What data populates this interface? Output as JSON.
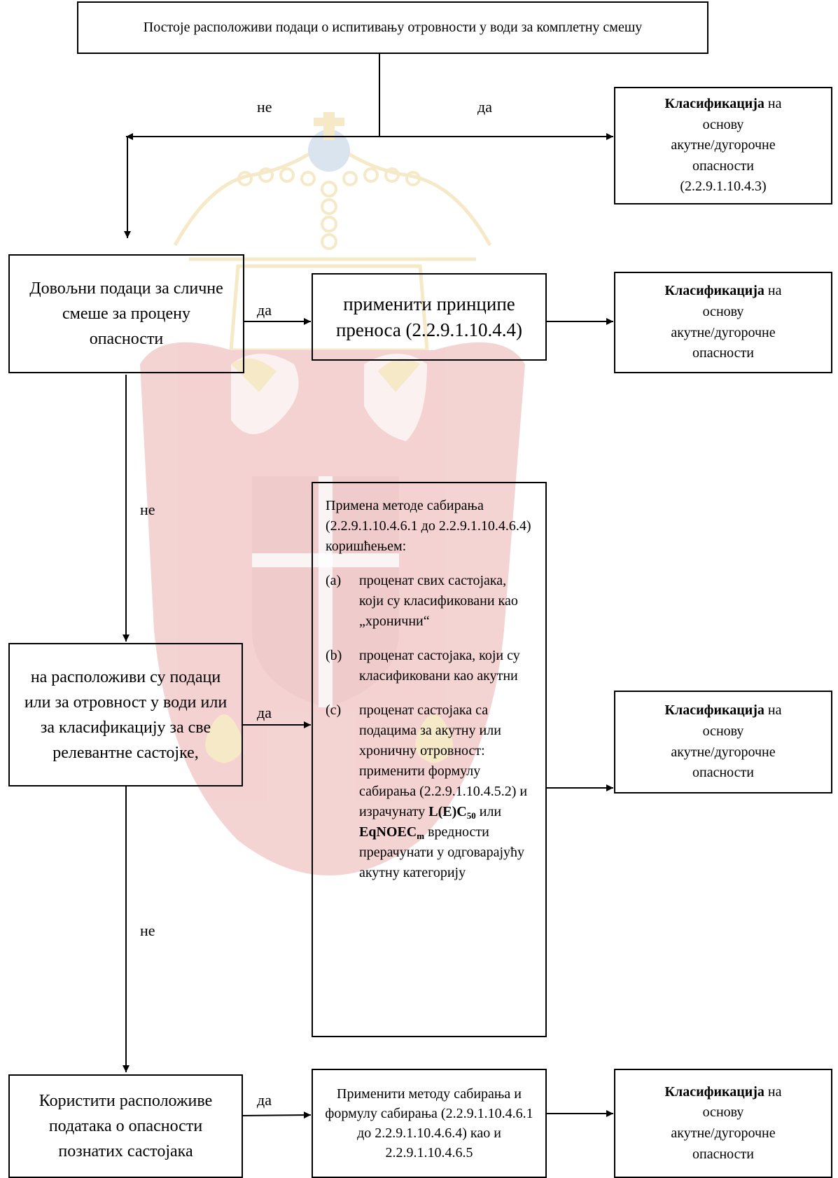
{
  "title": "Постоје расположиви подаци о испитивању отровности у води за комплетну смешу",
  "labels": {
    "no": "не",
    "yes": "да"
  },
  "classification": {
    "bold": "Класификација",
    "tail": "на",
    "line2": "основу",
    "line3": "акутне/дугорочне",
    "line4": "опасности",
    "ref": "(2.2.9.1.10.4.3)"
  },
  "step1": "Довољни подаци за сличне смеше за процену опасности",
  "bridging": "применити принципе преноса (2.2.9.1.10.4.4)",
  "step2": "на расположиви су подаци или за отровност у води или  за класификацију за све релевантне састојке,",
  "summation": {
    "intro": "Примена методе сабирања (2.2.9.1.10.4.6.1 до 2.2.9.1.10.4.6.4) коришћењем:",
    "items": [
      {
        "marker": "(a)",
        "text": "проценат свих састојака, који су класификовани као „хронични“"
      },
      {
        "marker": "(b)",
        "text": "проценат састојака, који су класификовани као акутни"
      },
      {
        "marker": "(c)",
        "text": "проценат састојака са подацима за акутну или хроничну отровност: применити формулу сабирања (2.2.9.1.10.4.5.2) и израчунату"
      }
    ],
    "lec_bold": "L(E)C",
    "lec_sub": "50",
    "or_word": "или",
    "eq_bold": "EqNOEC",
    "eq_sub": "m",
    "item_c_end": "вредности прерачунати  у одговарајућу акутну категорију"
  },
  "step3": "Користити расположиве података о опасности познатих састојака",
  "final_method": "Применити методу сабирања и формулу сабирања (2.2.9.1.10.4.6.1 до 2.2.9.1.10.4.6.4) као и 2.2.9.1.10.4.6.5",
  "colors": {
    "watermark_red": "#e8a0a0",
    "watermark_gold": "#f2cf73",
    "watermark_grey": "#cfcfcf"
  }
}
